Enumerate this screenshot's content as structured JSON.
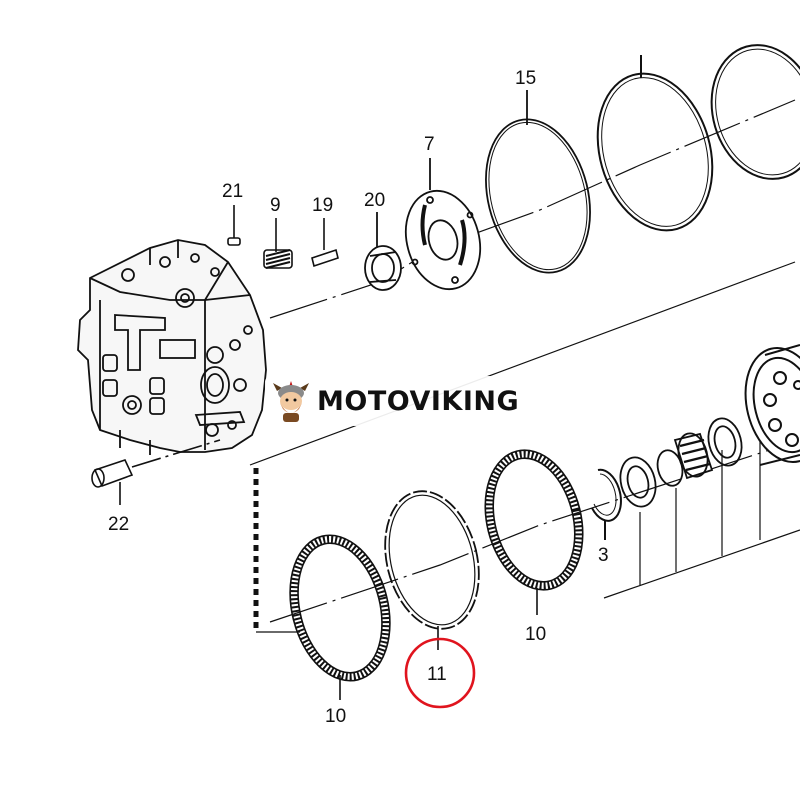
{
  "callouts": {
    "c15": "15",
    "c7": "7",
    "c21": "21",
    "c9": "9",
    "c19": "19",
    "c20": "20",
    "c22": "22",
    "c3": "3",
    "c10a": "10",
    "c10b": "10",
    "c11": "11"
  },
  "watermark": {
    "text": "MOTOVIKING",
    "icon": "viking-mascot-icon"
  },
  "highlight_color": "#e0141e"
}
